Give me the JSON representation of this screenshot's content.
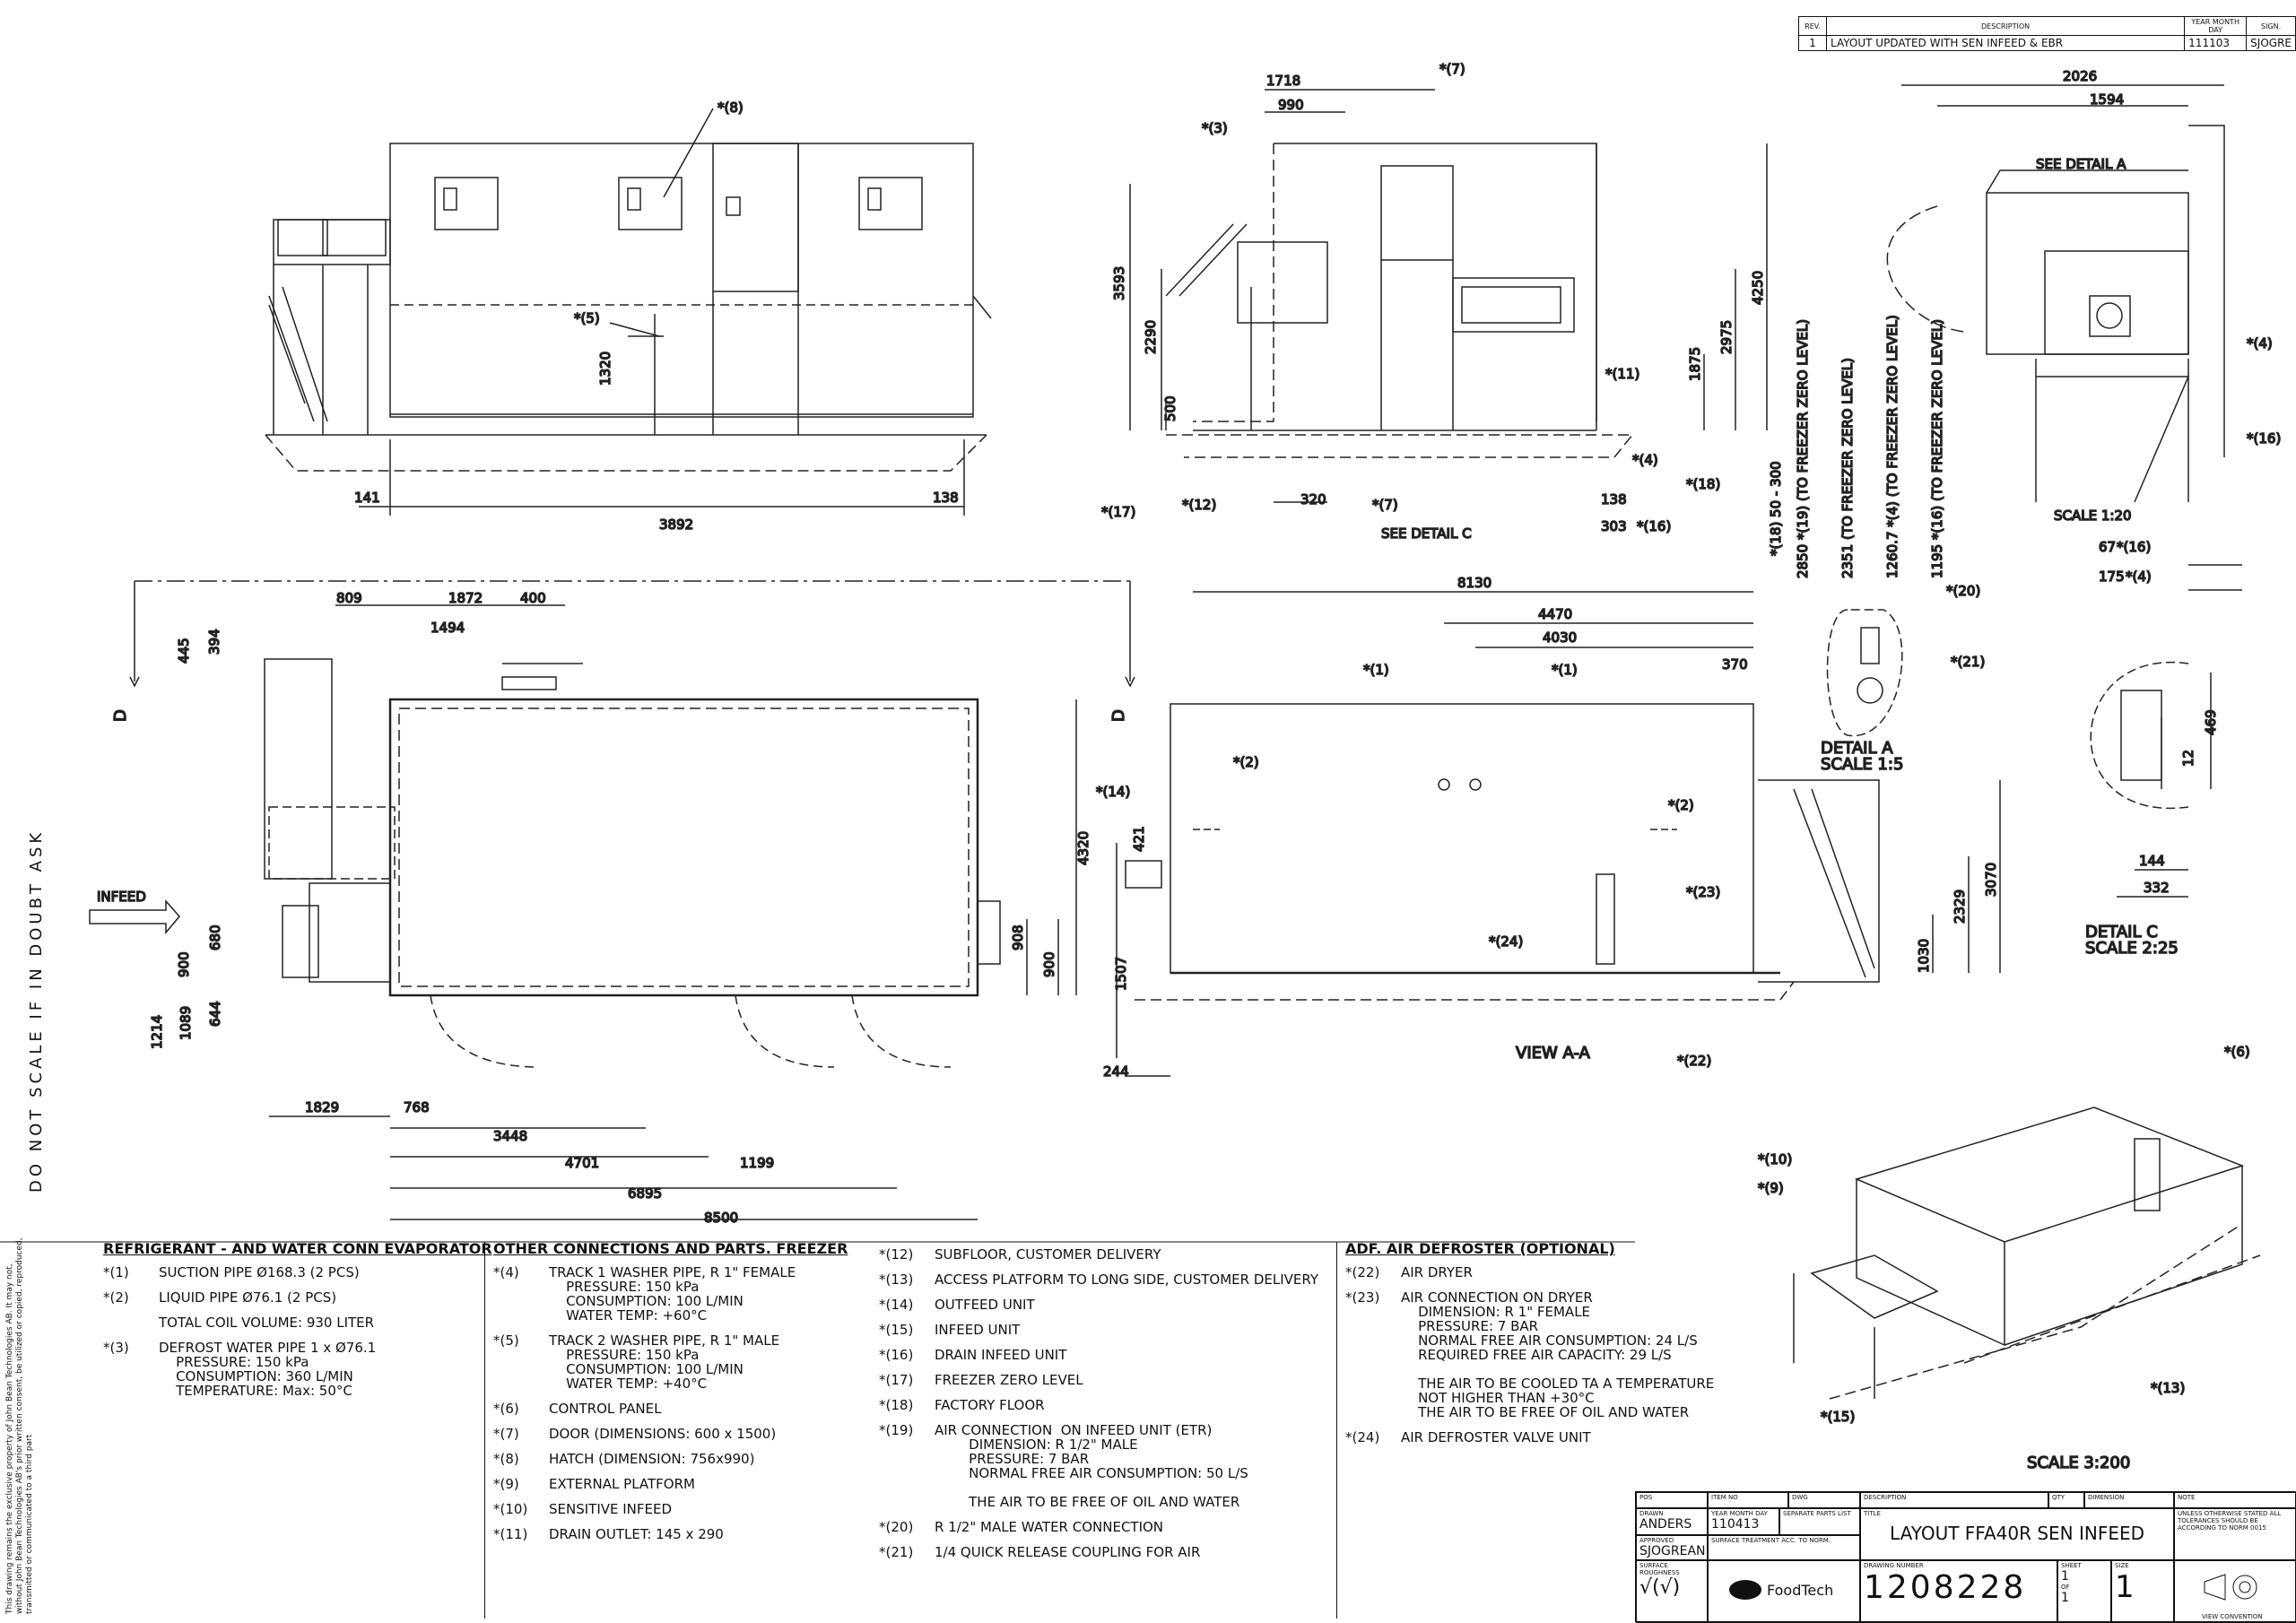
{
  "revision_block": {
    "headers": [
      "REV.",
      "DESCRIPTION",
      "YEAR MONTH DAY",
      "SIGN."
    ],
    "rows": [
      {
        "rev": "1",
        "description": "LAYOUT UPDATED WITH SEN INFEED & EBR",
        "date": "111103",
        "sign": "SJOGRE"
      }
    ]
  },
  "side_note": "DO NOT SCALE     IF IN DOUBT ASK",
  "legal_text": "This drawing remains the exclusive property of John Bean Technologies AB. It may not, without John Bean Technologies AB's prior written consent, be utilized or copied, reproduced, transmitted or communicated to a third part",
  "views": {
    "top_left_dims": [
      "141",
      "3892",
      "138",
      "1320"
    ],
    "top_left_labels": [
      "*(8)",
      "*(5)"
    ],
    "top_middle_dims": [
      "1718",
      "990",
      "3593",
      "2290",
      "500",
      "1875",
      "2975",
      "4250",
      "320",
      "138",
      "303"
    ],
    "top_middle_labels": [
      "*(7)",
      "*(3)",
      "*(7)",
      "*(11)",
      "*(4)",
      "*(18)",
      "*(12)",
      "*(17)",
      "*(16)",
      "*(18) 50 - 300"
    ],
    "see_detail_c": "SEE DETAIL   C",
    "top_right_dims": [
      "2026",
      "1594"
    ],
    "see_detail_a": "SEE DETAIL   A",
    "top_right_labels": [
      "*(4)",
      "*(16)",
      "*(16)",
      "*(4)"
    ],
    "top_right_bottom_dims": [
      "67",
      "175"
    ],
    "scale_top_right": "SCALE   1:20",
    "vertical_levels": [
      "2850 *(19) (TO FREEZER ZERO LEVEL)",
      "2351 (TO FREEZER ZERO LEVEL)",
      "1260.7 *(4) (TO FREEZER ZERO LEVEL)",
      "1195 *(16) (TO FREEZER ZERO LEVEL)"
    ],
    "plan_dims": [
      "809",
      "1872",
      "400",
      "1494",
      "445",
      "394",
      "4320",
      "680",
      "900",
      "908",
      "900",
      "1214",
      "1089",
      "644",
      "1829",
      "768",
      "3448",
      "4701",
      "1199",
      "6895",
      "8500"
    ],
    "infeed_label": "INFEED",
    "section_marker": "D",
    "view_aa_dims": [
      "8130",
      "4470",
      "4030",
      "370",
      "421",
      "1507",
      "2329",
      "3070",
      "1030",
      "244"
    ],
    "view_aa_labels": [
      "*(1)",
      "*(1)",
      "*(2)",
      "*(2)",
      "*(14)",
      "*(23)",
      "*(24)",
      "*(22)"
    ],
    "view_aa_title": "VIEW   A-A",
    "detail_a_labels": [
      "*(20)",
      "*(21)"
    ],
    "detail_a_title": "DETAIL   A",
    "detail_a_scale": "SCALE   1:5",
    "detail_c_dims": [
      "469",
      "12",
      "144",
      "332"
    ],
    "detail_c_title": "DETAIL   C",
    "detail_c_scale": "SCALE   2:25",
    "iso_labels": [
      "*(6)",
      "*(10)",
      "*(9)",
      "*(13)",
      "*(15)"
    ],
    "iso_scale": "SCALE   3:200"
  },
  "notes": {
    "col1": {
      "title": "REFRIGERANT - AND WATER CONN EVAPORATOR",
      "items": [
        {
          "k": "*(1)",
          "v": "SUCTION PIPE Ø168.3 (2 PCS)"
        },
        {
          "k": "*(2)",
          "v": "LIQUID PIPE Ø76.1 (2 PCS)"
        },
        {
          "k": "",
          "v": "TOTAL COIL VOLUME: 930 LITER"
        },
        {
          "k": "*(3)",
          "v": "DEFROST WATER PIPE 1 x Ø76.1\n    PRESSURE: 150 kPa\n    CONSUMPTION: 360 L/MIN\n    TEMPERATURE: Max: 50°C"
        }
      ]
    },
    "col2": {
      "title": "OTHER CONNECTIONS AND PARTS. FREEZER",
      "items": [
        {
          "k": "*(4)",
          "v": "TRACK 1 WASHER PIPE, R 1\" FEMALE\n    PRESSURE: 150 kPa\n    CONSUMPTION: 100 L/MIN\n    WATER TEMP: +60°C"
        },
        {
          "k": "*(5)",
          "v": "TRACK 2 WASHER PIPE, R 1\" MALE\n    PRESSURE: 150 kPa\n    CONSUMPTION: 100 L/MIN\n    WATER TEMP: +40°C"
        },
        {
          "k": "*(6)",
          "v": "CONTROL PANEL"
        },
        {
          "k": "*(7)",
          "v": "DOOR (DIMENSIONS: 600 x 1500)"
        },
        {
          "k": "*(8)",
          "v": "HATCH (DIMENSION: 756x990)"
        },
        {
          "k": "*(9)",
          "v": "EXTERNAL PLATFORM"
        },
        {
          "k": "*(10)",
          "v": "SENSITIVE INFEED"
        },
        {
          "k": "*(11)",
          "v": "DRAIN OUTLET: 145 x 290"
        }
      ]
    },
    "col3": {
      "items": [
        {
          "k": "*(12)",
          "v": "SUBFLOOR, CUSTOMER DELIVERY"
        },
        {
          "k": "*(13)",
          "v": "ACCESS PLATFORM TO LONG SIDE, CUSTOMER DELIVERY"
        },
        {
          "k": "*(14)",
          "v": "OUTFEED UNIT"
        },
        {
          "k": "*(15)",
          "v": "INFEED UNIT"
        },
        {
          "k": "*(16)",
          "v": "DRAIN INFEED UNIT"
        },
        {
          "k": "*(17)",
          "v": "FREEZER ZERO LEVEL"
        },
        {
          "k": "*(18)",
          "v": "FACTORY FLOOR"
        },
        {
          "k": "*(19)",
          "v": "AIR CONNECTION  ON INFEED UNIT (ETR)\n        DIMENSION: R 1/2\" MALE\n        PRESSURE: 7 BAR\n        NORMAL FREE AIR CONSUMPTION: 50 L/S\n\n        THE AIR TO BE FREE OF OIL AND WATER"
        },
        {
          "k": "*(20)",
          "v": "R 1/2\" MALE WATER CONNECTION"
        },
        {
          "k": "*(21)",
          "v": "1/4 QUICK RELEASE COUPLING FOR AIR"
        }
      ]
    },
    "col4": {
      "title": "ADF. AIR DEFROSTER (OPTIONAL)",
      "items": [
        {
          "k": "*(22)",
          "v": "AIR DRYER"
        },
        {
          "k": "*(23)",
          "v": "AIR CONNECTION ON DRYER\n    DIMENSION: R 1\" FEMALE\n    PRESSURE: 7 BAR\n    NORMAL FREE AIR CONSUMPTION: 24 L/S\n    REQUIRED FREE AIR CAPACITY: 29 L/S\n\n    THE AIR TO BE COOLED TA A TEMPERATURE\n    NOT HIGHER THAN +30°C\n    THE AIR TO BE FREE OF OIL AND WATER"
        },
        {
          "k": "*(24)",
          "v": "AIR DEFROSTER VALVE UNIT"
        }
      ]
    }
  },
  "title_block": {
    "header_cols": [
      "POS",
      "ITEM NO",
      "DWG",
      "DESCRIPTION",
      "QTY",
      "DIMENSION",
      "NOTE"
    ],
    "drawn_label": "DRAWN",
    "drawn_by": "ANDERS",
    "date_label": "YEAR MONTH DAY",
    "date": "110413",
    "separate_parts_label": "SEPARATE PARTS LIST",
    "approved_label": "APPROVED",
    "approved_by": "SJOGREAN",
    "surface_treatment_label": "SURFACE TREATMENT ACC. TO NORM.",
    "surface_roughness_label": "SURFACE ROUGHNESS",
    "surface_roughness": "√(√)",
    "title_label": "TITLE",
    "title": "LAYOUT FFA40R SEN INFEED",
    "drawing_number_label": "DRAWING NUMBER",
    "drawing_number": "1208228",
    "sheet_label": "SHEET",
    "sheet": "1",
    "of_label": "OF",
    "of": "1",
    "size_label": "SIZE",
    "size": "1",
    "logo_text": "FoodTech",
    "tolerance_note": "UNLESS OTHERWISE STATED ALL TOLERANCES SHOULD BE ACCORDING TO NORM 0015",
    "view_convention": "VIEW CONVENTION"
  }
}
